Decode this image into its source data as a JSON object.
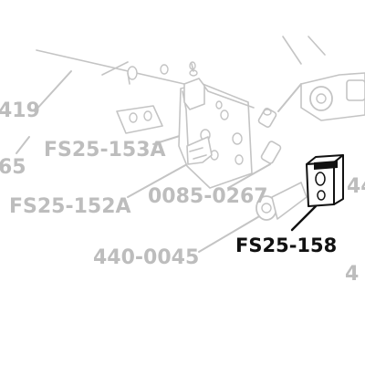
{
  "callouts": {
    "partial_left_1": "419",
    "partial_left_2": "65",
    "fs25_153a": "FS25-153A",
    "fs25_152a": "FS25-152A",
    "p0085_0267": "0085-0267",
    "p440_0045": "440-0045",
    "fs25_158": "FS25-158",
    "partial_right_1": "44",
    "partial_right_2": "4"
  },
  "colors": {
    "faded_parts": "#c4c4c4",
    "faded_labels": "#bdbdbd",
    "highlighted_part": "#111111",
    "background": "#ffffff"
  },
  "highlighted_part": "FS25-158"
}
